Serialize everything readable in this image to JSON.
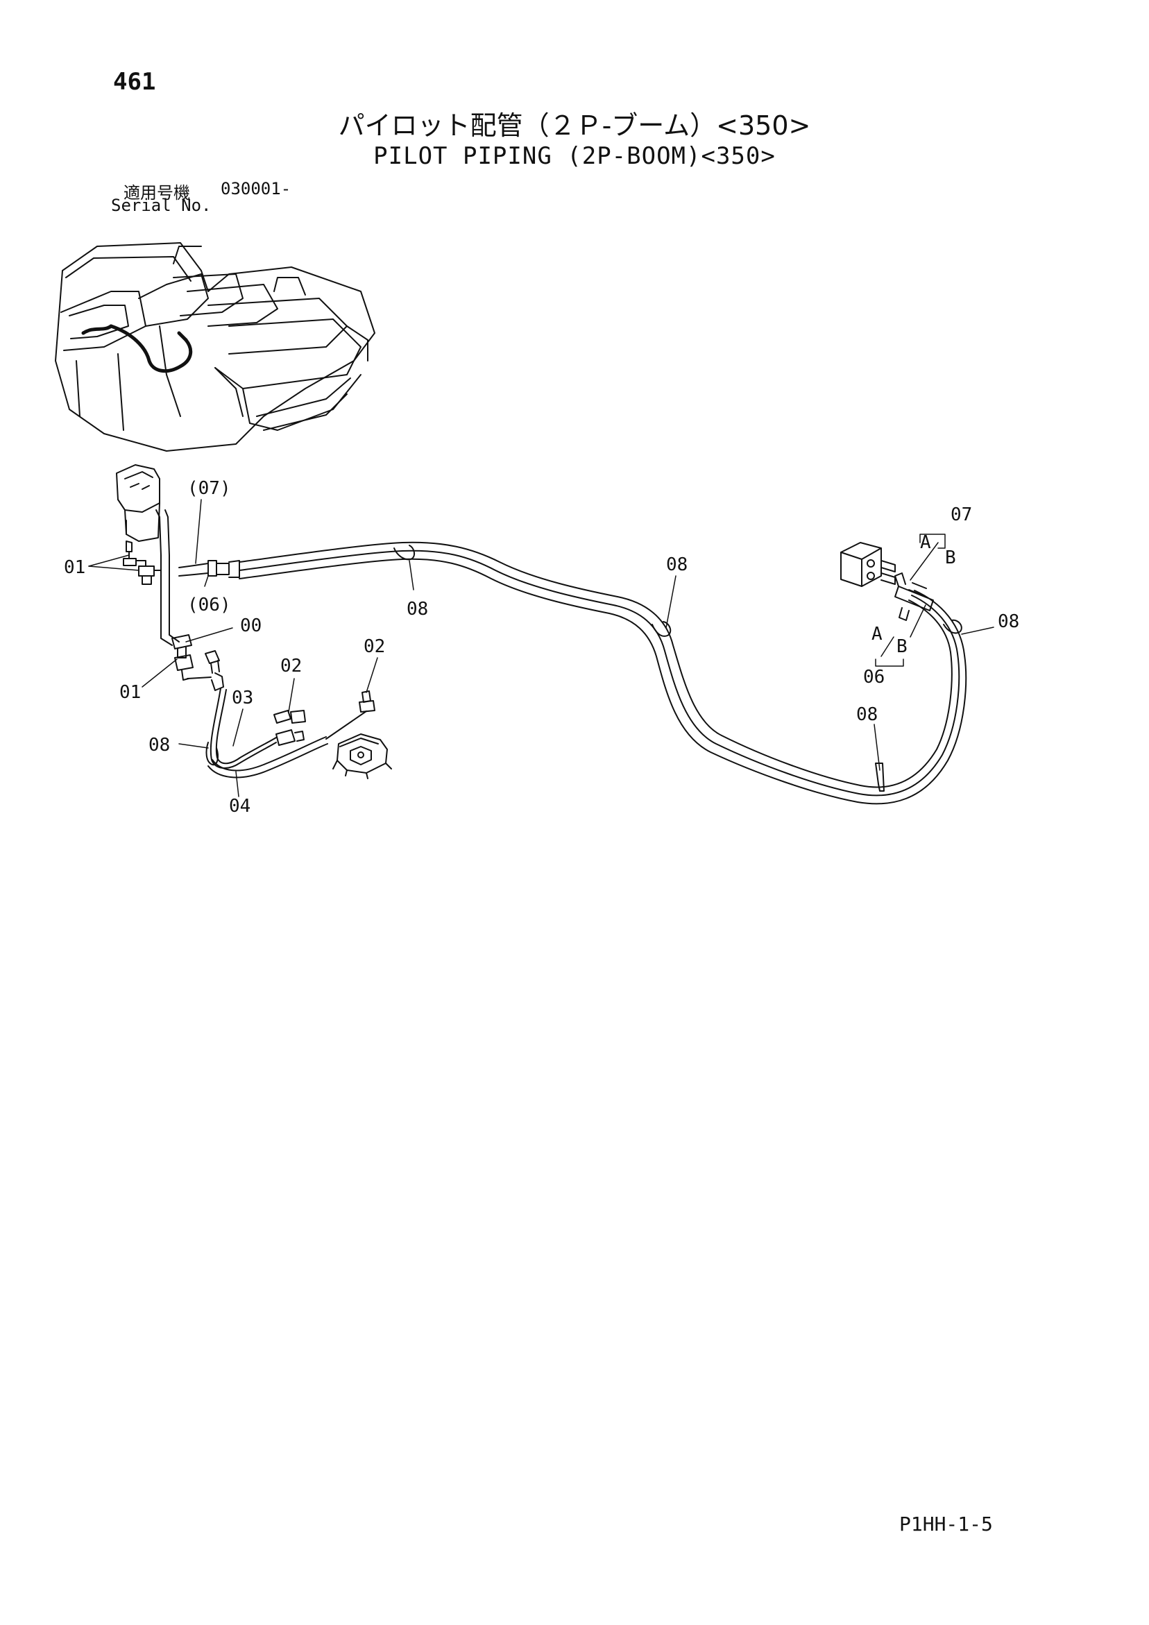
{
  "page": {
    "number": "461",
    "title_jp": "パイロット配管（２Ｐ-ブーム）<350>",
    "title_en": "PILOT PIPING (2P-BOOM)<350>",
    "serial_label_jp": "適用号機",
    "serial_range": "030001-",
    "serial_label_en": "Serial No.",
    "doc_code": "P1HH-1-5"
  },
  "callouts": {
    "c07_paren": "(07)",
    "c06_paren": "(06)",
    "c01_upper": "01",
    "c00": "00",
    "c01_lower": "01",
    "c02_left": "02",
    "c02_right": "02",
    "c03": "03",
    "c08_left": "08",
    "c04": "04",
    "c08_mid_top": "08",
    "c08_center": "08",
    "c08_bottom": "08",
    "c07_right": "07",
    "c08_right": "08",
    "c06_right": "06",
    "port_a_upper": "A",
    "port_b_upper": "B",
    "port_a_lower": "A",
    "port_b_lower": "B"
  }
}
